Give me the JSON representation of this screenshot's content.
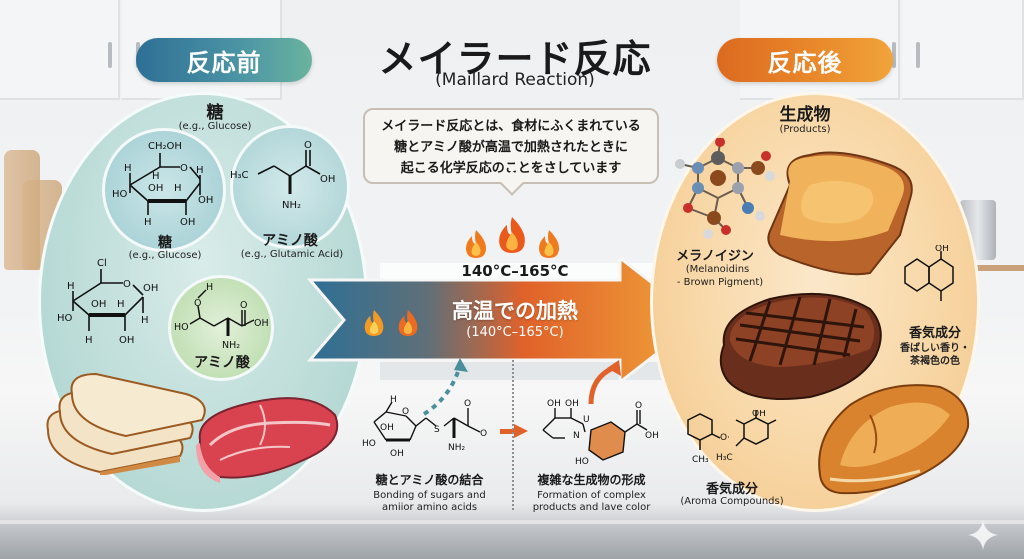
{
  "title": {
    "main": "メイラード反応",
    "sub": "(Maillard Reaction)"
  },
  "badges": {
    "before": "反応前",
    "after": "反応後"
  },
  "colors": {
    "before_blue": "#2e6f95",
    "before_teal": "#6ab39e",
    "after_orange": "#dc6a20",
    "after_amber": "#f0a43a",
    "arrow_mid": "#e0622a"
  },
  "description": {
    "line1": "メイラード反応とは、食材にふくまれている",
    "line2": "糖とアミノ酸が高温で加熱されたときに",
    "line3": "起こる化学反応のことをさしています"
  },
  "before": {
    "header_jp": "糖",
    "header_en": "(e.g., Glucose)",
    "sugar_circle": {
      "label_jp": "糖",
      "label_en": "(e.g., Glucose)",
      "formula_labels": [
        "CH₂OH",
        "O",
        "H",
        "H",
        "OH",
        "H",
        "HO",
        "OH",
        "H",
        "OH",
        "H"
      ]
    },
    "amino_circle": {
      "label_jp": "アミノ酸",
      "label_en": "(e.g., Glutamic Acid)",
      "formula_labels": [
        "H₃C",
        "O",
        "OH",
        "NH₂"
      ]
    },
    "sugar_open": {
      "formula_labels": [
        "Cl",
        "O",
        "OH",
        "H",
        "OH",
        "H",
        "HO",
        "H",
        "H",
        "OH"
      ]
    },
    "amino_circle_2": {
      "label_jp": "アミノ酸",
      "formula_labels": [
        "H",
        "O",
        "HO",
        "O",
        "OH",
        "NH₂"
      ]
    },
    "foods": [
      "bread-slices",
      "raw-steak"
    ]
  },
  "heat": {
    "temperature_top": "140°C–165°C",
    "arrow_label_jp": "高温での加熱",
    "arrow_label_en": "(140°C–165°C)"
  },
  "steps": [
    {
      "label_jp": "糖とアミノ酸の結合",
      "label_en_line1": "Bonding of sugars and",
      "label_en_line2": "amiior amino acids",
      "formula_labels": [
        "H",
        "O",
        "OH",
        "HO",
        "OH",
        "S",
        "O",
        "O",
        "NH₂"
      ]
    },
    {
      "label_jp": "複雑な生成物の形成",
      "label_en_line1": "Formation of complex",
      "label_en_line2": "products and lave color",
      "formula_labels": [
        "OH",
        "OH",
        "U",
        "N",
        "O",
        "OH",
        "HO"
      ]
    }
  ],
  "after": {
    "header_jp": "生成物",
    "header_en": "(Products)",
    "melanoidins": {
      "label_jp": "メラノイジン",
      "label_en_line1": "(Melanoidins",
      "label_en_line2": "- Brown Pigment)"
    },
    "aroma_right": {
      "label_jp": "香気成分",
      "desc_line1": "香ばしい香り・",
      "desc_line2": "茶褐色の色",
      "formula_labels": [
        "OH"
      ]
    },
    "aroma_bottom": {
      "label_jp": "香気成分",
      "label_en": "(Aroma Compounds)",
      "formula_labels": [
        "O·",
        "CH₃",
        "OH",
        "H₃C"
      ]
    },
    "foods": [
      "toast",
      "grilled-steak",
      "roasted-chicken"
    ]
  }
}
